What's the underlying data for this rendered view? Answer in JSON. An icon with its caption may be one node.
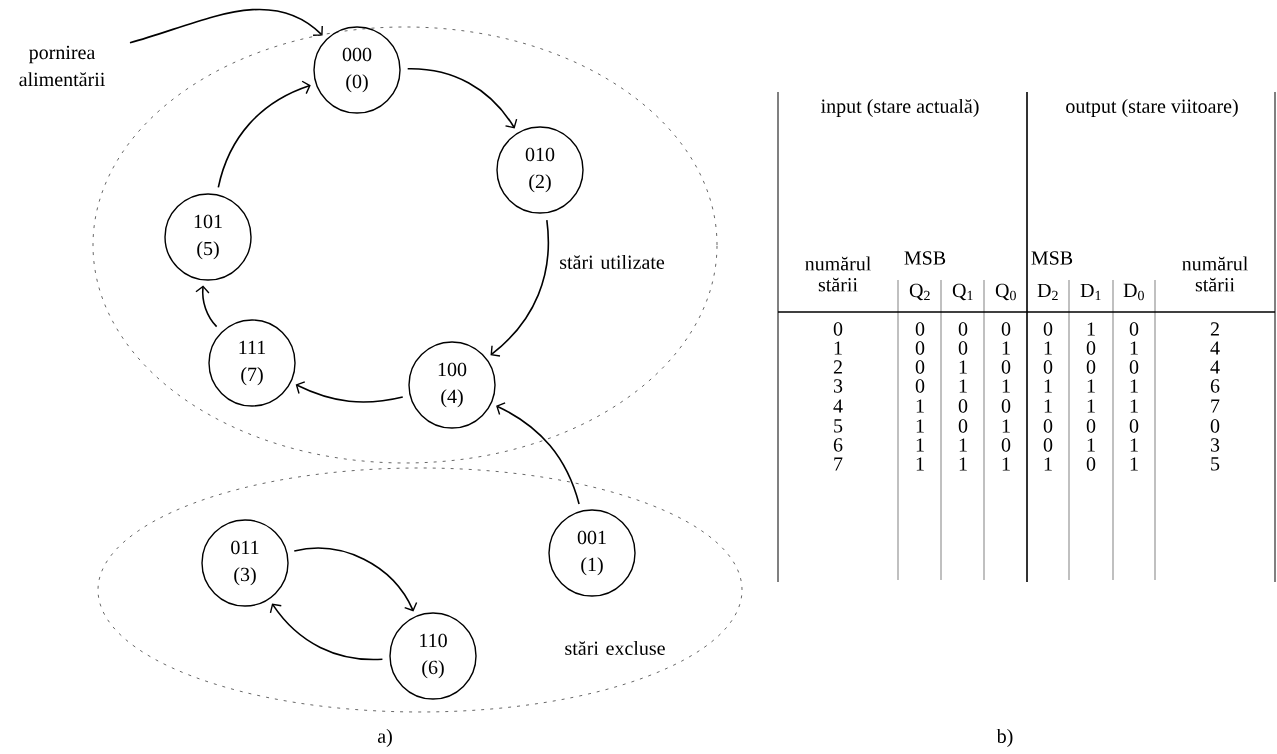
{
  "diagram": {
    "nodes": [
      {
        "text": [
          "stări utilizate"
        ]
      },
      {
        "text": [
          "000",
          "(0)"
        ],
        "in": 0
      },
      {
        "text": [
          "010",
          "(2)"
        ],
        "in": 0
      },
      {
        "text": [
          "100",
          "(4)"
        ],
        "in": 0
      },
      {
        "text": [
          "111",
          "(7)"
        ],
        "in": 0
      },
      {
        "text": [
          "101",
          "(5)"
        ],
        "in": 0
      },
      {
        "text": [
          "stări excluse"
        ]
      },
      {
        "text": [
          "011",
          "(3)"
        ],
        "in": 6
      },
      {
        "text": [
          "110",
          "(6)"
        ],
        "in": 6
      },
      {
        "text": [
          "001",
          "(1)"
        ],
        "in": 6
      },
      {
        "text": [
          "pornirea alimentării"
        ]
      }
    ],
    "edges": [
      {
        "from": 1,
        "to": 2,
        "arrow": "to"
      },
      {
        "from": 2,
        "to": 3,
        "arrow": "to"
      },
      {
        "from": 3,
        "to": 4,
        "arrow": "to"
      },
      {
        "from": 4,
        "to": 5,
        "arrow": "to"
      },
      {
        "from": 5,
        "to": 1,
        "arrow": "to"
      },
      {
        "from": 9,
        "to": 3,
        "arrow": "to"
      },
      {
        "from": 7,
        "to": 8,
        "arrow": "to"
      },
      {
        "from": 8,
        "to": 7,
        "arrow": "to"
      },
      {
        "from": 10,
        "to": 1,
        "arrow": "to"
      }
    ],
    "labels": [
      "input (stare actuală)",
      "output (stare viitoare)",
      "numărul stării",
      "MSB",
      "MSB",
      "numărul stării",
      "Q$_{2}$",
      "Q$_{1}$",
      "Q$_{0}$",
      "D$_{2}$",
      "D$_{1}$",
      "D$_{0}$",
      "0",
      "0",
      "0",
      "0",
      "0",
      "1",
      "0",
      "2",
      "1",
      "0",
      "0",
      "1",
      "1",
      "0",
      "1",
      "4",
      "2",
      "0",
      "1",
      "0",
      "0",
      "0",
      "0",
      "4",
      "3",
      "0",
      "1",
      "1",
      "1",
      "1",
      "1",
      "6",
      "4",
      "1",
      "0",
      "0",
      "1",
      "1",
      "1",
      "7",
      "5",
      "1",
      "0",
      "1",
      "0",
      "0",
      "0",
      "0",
      "6",
      "1",
      "1",
      "0",
      "0",
      "1",
      "1",
      "3",
      "7",
      "1",
      "1",
      "1",
      "1",
      "0",
      "1",
      "5",
      "a)",
      "b)"
    ]
  }
}
